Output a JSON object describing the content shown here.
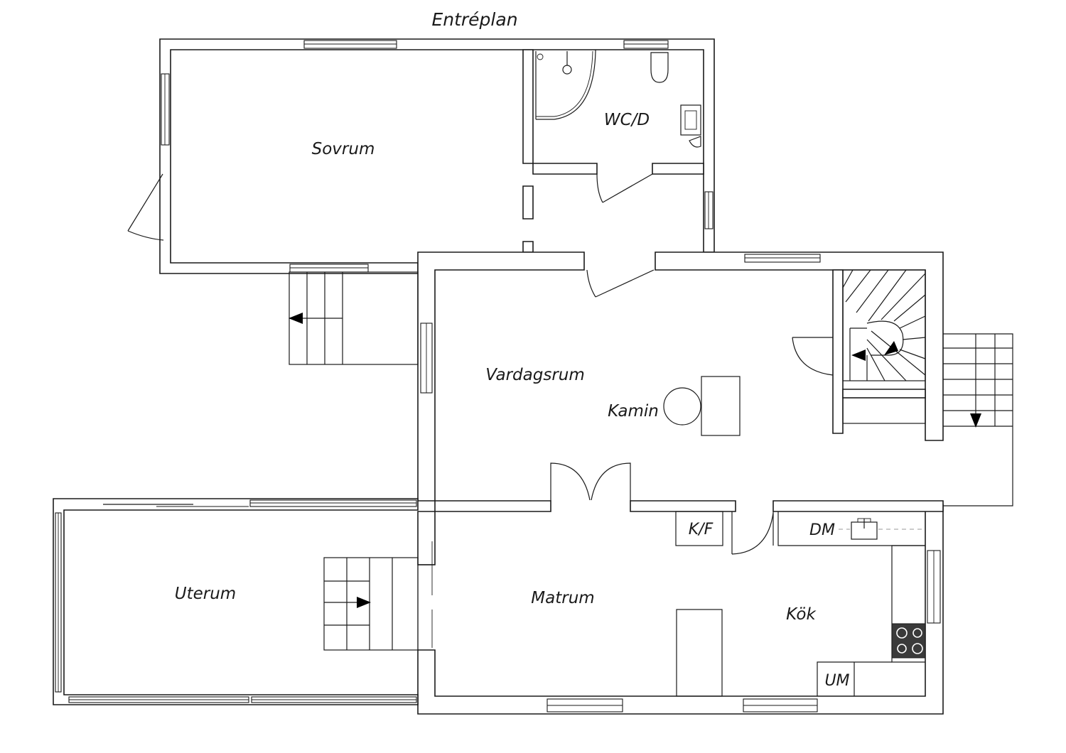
{
  "plan": {
    "title": "Entréplan",
    "rooms": {
      "sovrum": "Sovrum",
      "wcd": "WC/D",
      "vardagsrum": "Vardagsrum",
      "kamin": "Kamin",
      "uterum": "Uterum",
      "matrum": "Matrum",
      "kok": "Kök",
      "kf": "K/F",
      "dm": "DM",
      "um": "UM"
    }
  }
}
